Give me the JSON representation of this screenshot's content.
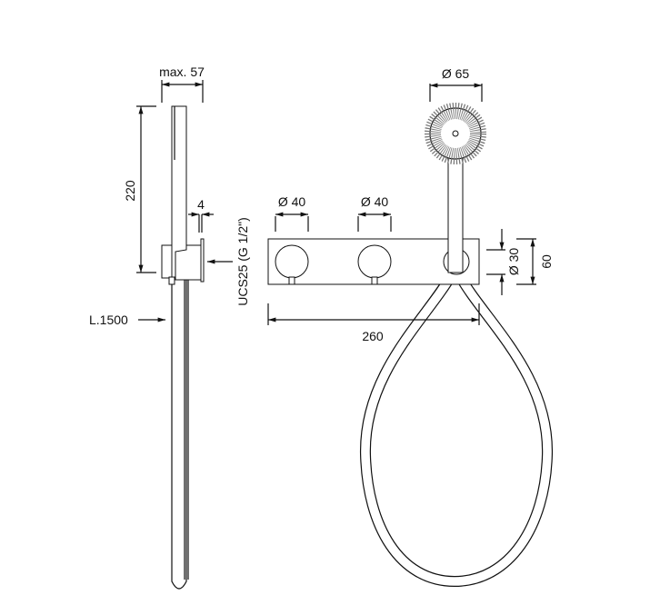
{
  "side_view": {
    "width_dim": "max. 57",
    "height_dim": "220",
    "plate_dim": "4",
    "connection_label": "UCS25 (G 1/2\")",
    "hose_label": "L.1500"
  },
  "front_view": {
    "shower_head_dim": "Ø 65",
    "knob1_dim": "Ø 40",
    "knob2_dim": "Ø 40",
    "holder_dim": "Ø 30",
    "plate_height_dim": "60",
    "plate_width_dim": "260"
  },
  "colors": {
    "line": "#111111",
    "background": "#ffffff"
  }
}
